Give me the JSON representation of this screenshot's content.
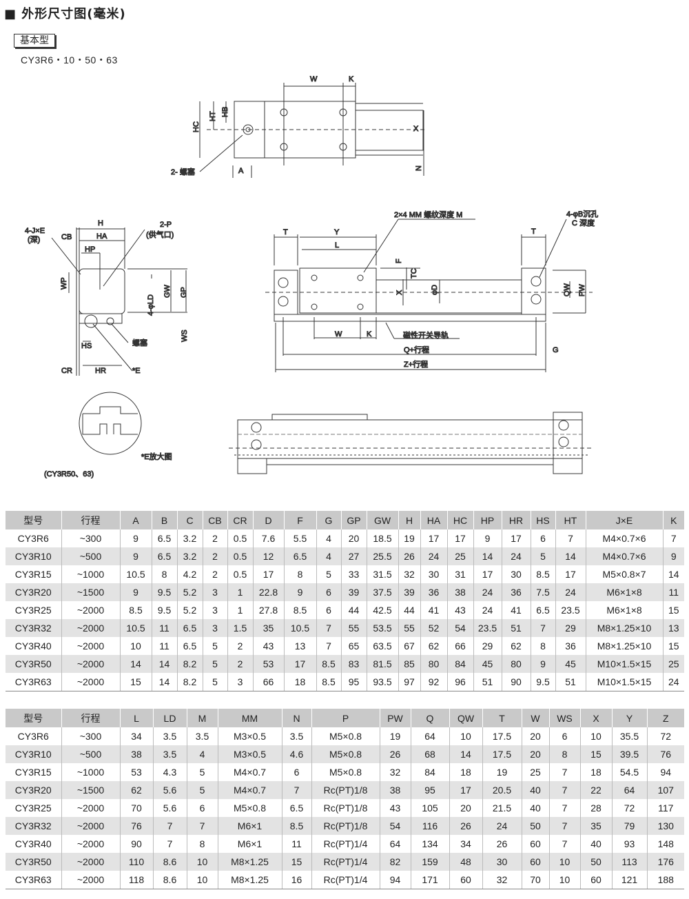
{
  "header": {
    "title": "■ 外形尺寸图(毫米)",
    "type_badge": "基本型",
    "models": "CY3R6・10・50・63"
  },
  "drawing": {
    "top": {
      "W": "W",
      "K": "K",
      "HT": "HT",
      "HB": "HB",
      "HC": "HC",
      "X": "X",
      "N": "N",
      "A": "A",
      "plug": "2- 螺塞"
    },
    "side": {
      "jxe": "4-J×E",
      "deep": "(深)",
      "CB": "CB",
      "H": "H",
      "HA": "HA",
      "HP": "HP",
      "p": "2-P",
      "port": "(供气口)",
      "WP": "WP",
      "LD": "4-φLD",
      "GW": "GW",
      "GP": "GP",
      "WS": "WS",
      "HS": "HS",
      "plug": "螺塞",
      "CR": "CR",
      "HR": "HR",
      "E": "*E"
    },
    "front": {
      "mm": "2×4 MM 螺纹深度 M",
      "b": "4-φB沉孔",
      "c": "C  深度",
      "T": "T",
      "T2": "T",
      "Y": "Y",
      "L": "L",
      "F": "F",
      "TC": "TC",
      "X": "X",
      "D": "φD",
      "QW": "QW",
      "PW": "PW",
      "W": "W",
      "K": "K",
      "rail": "磁性开关导轨",
      "Q": "Q+行程",
      "G": "G",
      "Z": "Z+行程"
    },
    "detail": {
      "label": "*E放大图",
      "models": "(CY3R50、63)"
    }
  },
  "table1": {
    "headers": [
      "型号",
      "行程",
      "A",
      "B",
      "C",
      "CB",
      "CR",
      "D",
      "F",
      "G",
      "GP",
      "GW",
      "H",
      "HA",
      "HC",
      "HP",
      "HR",
      "HS",
      "HT",
      "J×E",
      "K"
    ],
    "rows": [
      [
        "CY3R6",
        "~300",
        "9",
        "6.5",
        "3.2",
        "2",
        "0.5",
        "7.6",
        "5.5",
        "4",
        "20",
        "18.5",
        "19",
        "17",
        "17",
        "9",
        "17",
        "6",
        "7",
        "M4×0.7×6",
        "7"
      ],
      [
        "CY3R10",
        "~500",
        "9",
        "6.5",
        "3.2",
        "2",
        "0.5",
        "12",
        "6.5",
        "4",
        "27",
        "25.5",
        "26",
        "24",
        "25",
        "14",
        "24",
        "5",
        "14",
        "M4×0.7×6",
        "9"
      ],
      [
        "CY3R15",
        "~1000",
        "10.5",
        "8",
        "4.2",
        "2",
        "0.5",
        "17",
        "8",
        "5",
        "33",
        "31.5",
        "32",
        "30",
        "31",
        "17",
        "30",
        "8.5",
        "17",
        "M5×0.8×7",
        "14"
      ],
      [
        "CY3R20",
        "~1500",
        "9",
        "9.5",
        "5.2",
        "3",
        "1",
        "22.8",
        "9",
        "6",
        "39",
        "37.5",
        "39",
        "36",
        "38",
        "24",
        "36",
        "7.5",
        "24",
        "M6×1×8",
        "11"
      ],
      [
        "CY3R25",
        "~2000",
        "8.5",
        "9.5",
        "5.2",
        "3",
        "1",
        "27.8",
        "8.5",
        "6",
        "44",
        "42.5",
        "44",
        "41",
        "43",
        "24",
        "41",
        "6.5",
        "23.5",
        "M6×1×8",
        "15"
      ],
      [
        "CY3R32",
        "~2000",
        "10.5",
        "11",
        "6.5",
        "3",
        "1.5",
        "35",
        "10.5",
        "7",
        "55",
        "53.5",
        "55",
        "52",
        "54",
        "23.5",
        "51",
        "7",
        "29",
        "M8×1.25×10",
        "13"
      ],
      [
        "CY3R40",
        "~2000",
        "10",
        "11",
        "6.5",
        "5",
        "2",
        "43",
        "13",
        "7",
        "65",
        "63.5",
        "67",
        "62",
        "66",
        "29",
        "62",
        "8",
        "36",
        "M8×1.25×10",
        "15"
      ],
      [
        "CY3R50",
        "~2000",
        "14",
        "14",
        "8.2",
        "5",
        "2",
        "53",
        "17",
        "8.5",
        "83",
        "81.5",
        "85",
        "80",
        "84",
        "45",
        "80",
        "9",
        "45",
        "M10×1.5×15",
        "25"
      ],
      [
        "CY3R63",
        "~2000",
        "15",
        "14",
        "8.2",
        "5",
        "3",
        "66",
        "18",
        "8.5",
        "95",
        "93.5",
        "97",
        "92",
        "96",
        "51",
        "90",
        "9.5",
        "51",
        "M10×1.5×15",
        "24"
      ]
    ]
  },
  "table2": {
    "headers": [
      "型号",
      "行程",
      "L",
      "LD",
      "M",
      "MM",
      "N",
      "P",
      "PW",
      "Q",
      "QW",
      "T",
      "W",
      "WS",
      "X",
      "Y",
      "Z"
    ],
    "rows": [
      [
        "CY3R6",
        "~300",
        "34",
        "3.5",
        "3.5",
        "M3×0.5",
        "3.5",
        "M5×0.8",
        "19",
        "64",
        "10",
        "17.5",
        "20",
        "6",
        "10",
        "35.5",
        "72"
      ],
      [
        "CY3R10",
        "~500",
        "38",
        "3.5",
        "4",
        "M3×0.5",
        "4.6",
        "M5×0.8",
        "26",
        "68",
        "14",
        "17.5",
        "20",
        "8",
        "15",
        "39.5",
        "76"
      ],
      [
        "CY3R15",
        "~1000",
        "53",
        "4.3",
        "5",
        "M4×0.7",
        "6",
        "M5×0.8",
        "32",
        "84",
        "18",
        "19",
        "25",
        "7",
        "18",
        "54.5",
        "94"
      ],
      [
        "CY3R20",
        "~1500",
        "62",
        "5.6",
        "5",
        "M4×0.7",
        "7",
        "Rc(PT)1/8",
        "38",
        "95",
        "17",
        "20.5",
        "40",
        "7",
        "22",
        "64",
        "107"
      ],
      [
        "CY3R25",
        "~2000",
        "70",
        "5.6",
        "6",
        "M5×0.8",
        "6.5",
        "Rc(PT)1/8",
        "43",
        "105",
        "20",
        "21.5",
        "40",
        "7",
        "28",
        "72",
        "117"
      ],
      [
        "CY3R32",
        "~2000",
        "76",
        "7",
        "7",
        "M6×1",
        "8.5",
        "Rc(PT)1/8",
        "54",
        "116",
        "26",
        "24",
        "50",
        "7",
        "35",
        "79",
        "130"
      ],
      [
        "CY3R40",
        "~2000",
        "90",
        "7",
        "8",
        "M6×1",
        "11",
        "Rc(PT)1/4",
        "64",
        "134",
        "34",
        "26",
        "60",
        "7",
        "40",
        "93",
        "148"
      ],
      [
        "CY3R50",
        "~2000",
        "110",
        "8.6",
        "10",
        "M8×1.25",
        "15",
        "Rc(PT)1/4",
        "82",
        "159",
        "48",
        "30",
        "60",
        "10",
        "50",
        "113",
        "176"
      ],
      [
        "CY3R63",
        "~2000",
        "118",
        "8.6",
        "10",
        "M8×1.25",
        "16",
        "Rc(PT)1/4",
        "94",
        "171",
        "60",
        "32",
        "70",
        "10",
        "60",
        "121",
        "188"
      ]
    ]
  }
}
